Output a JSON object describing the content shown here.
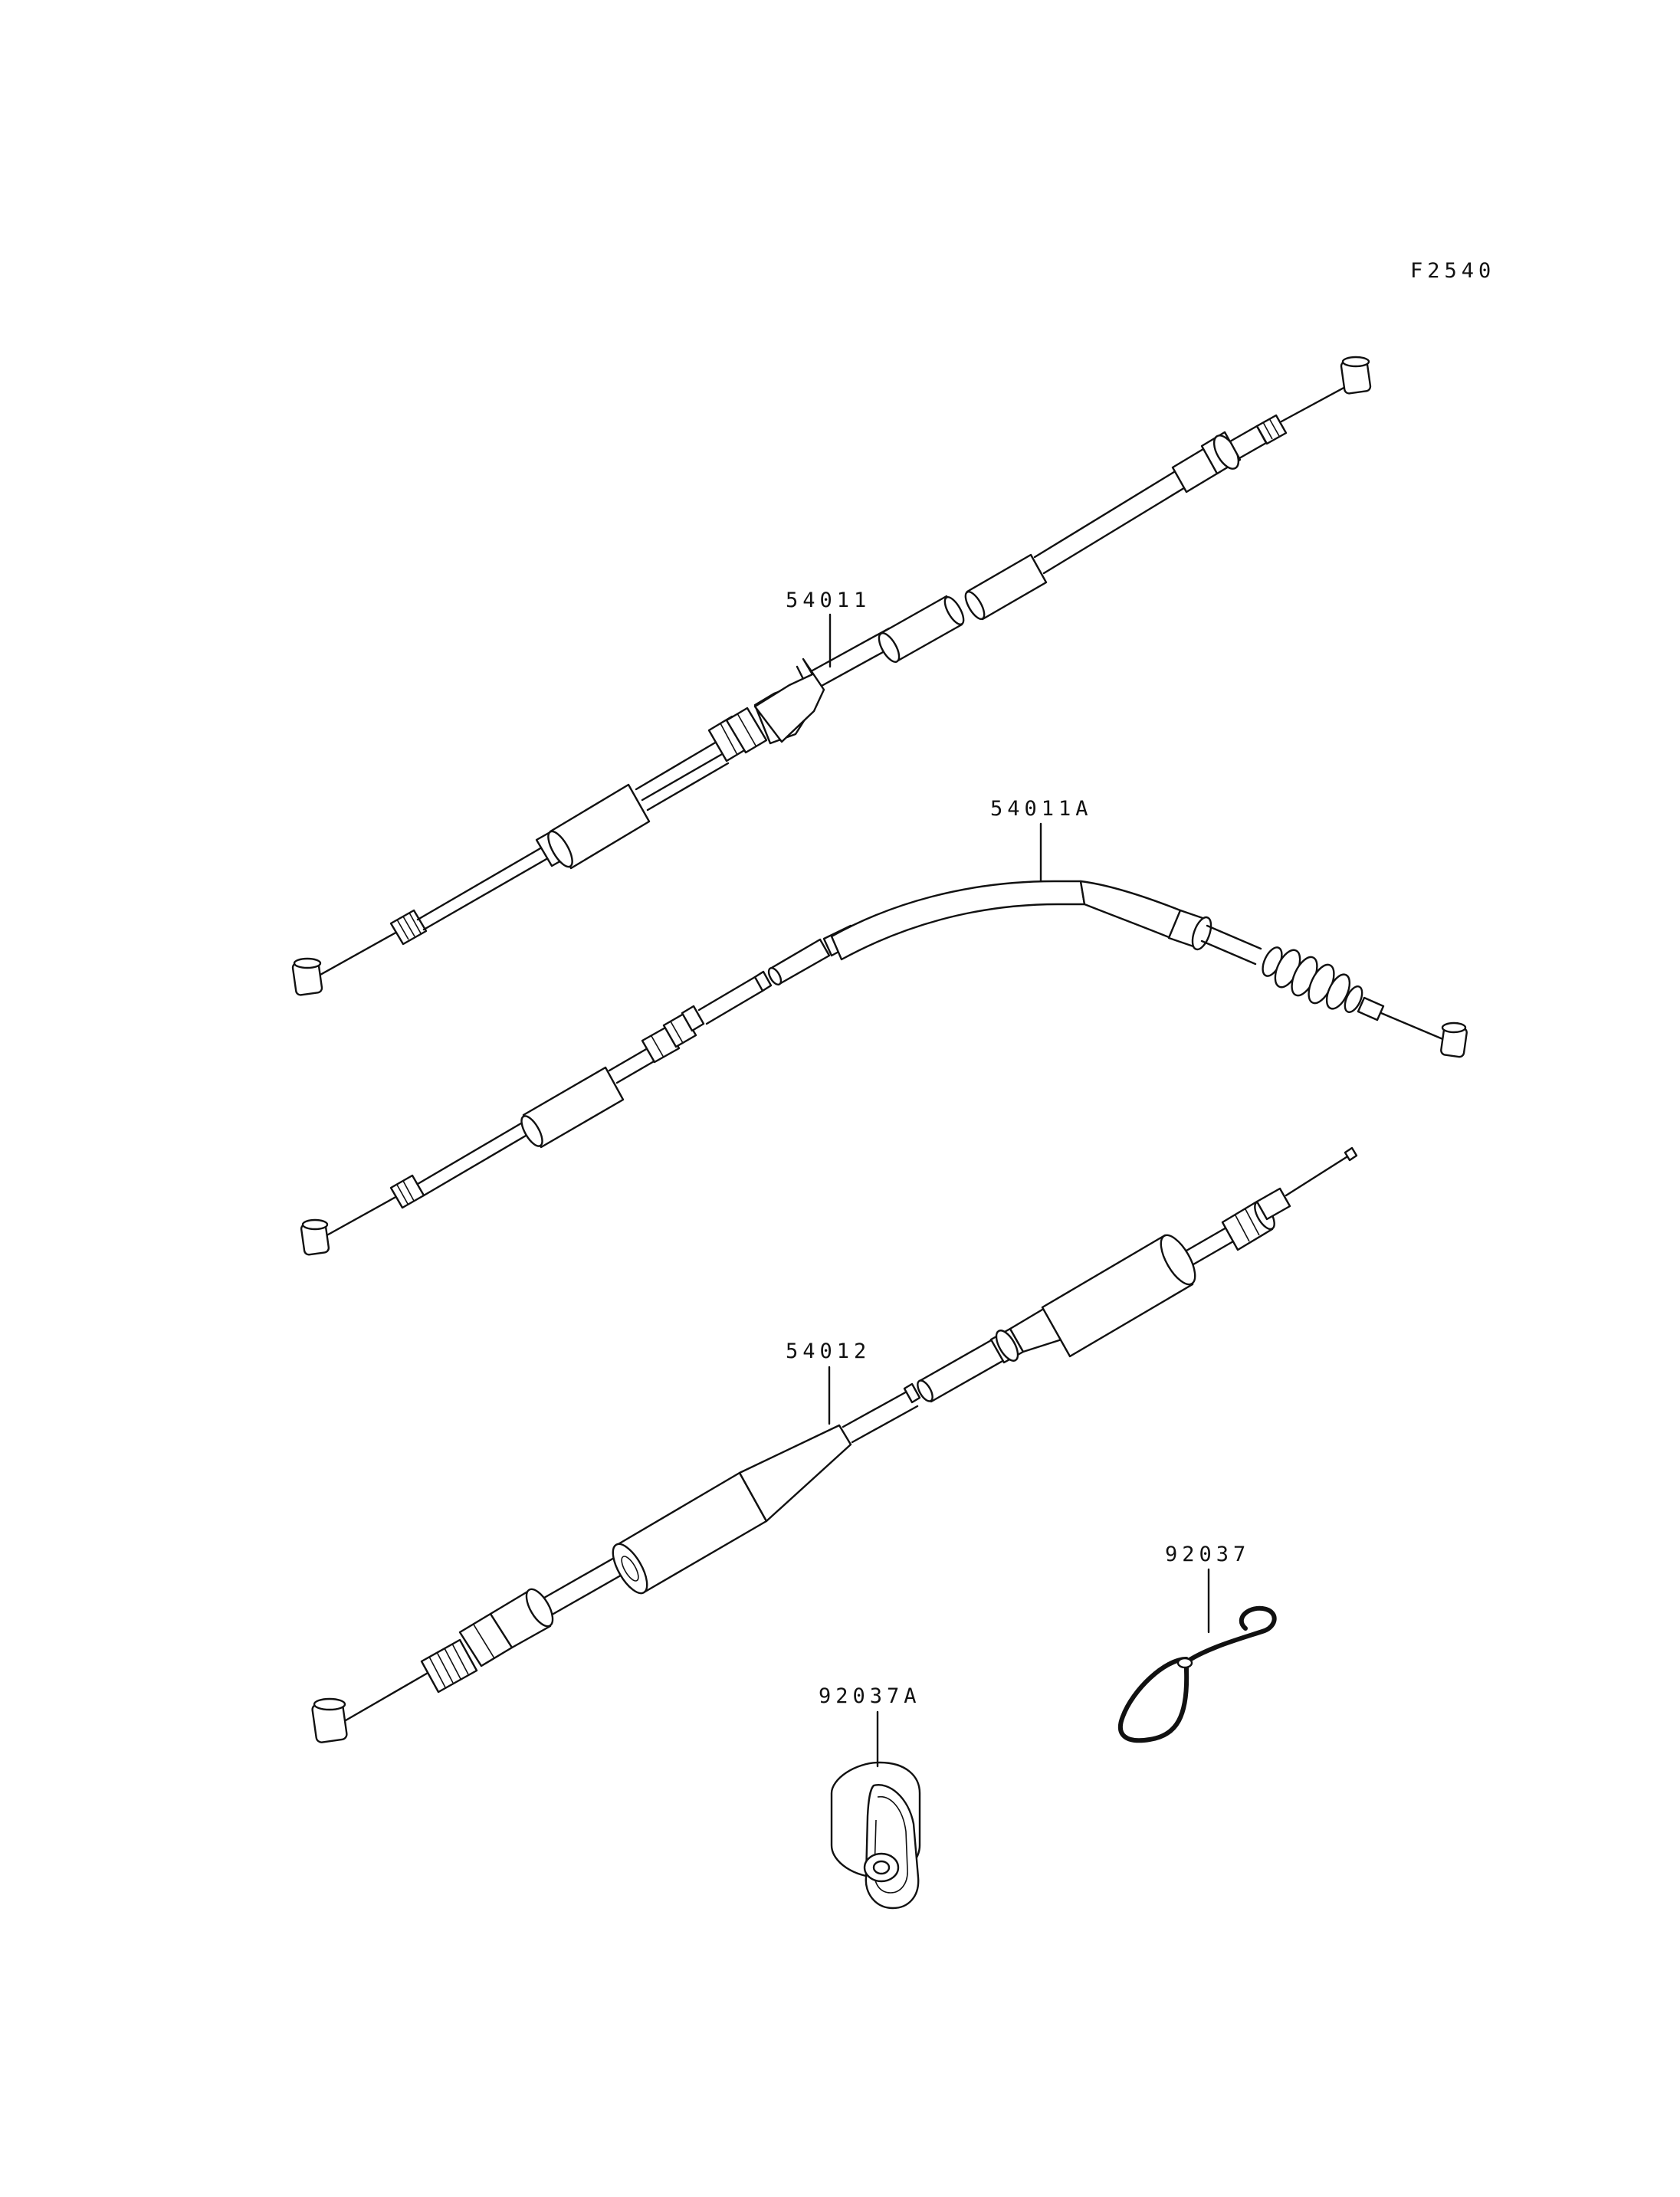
{
  "drawing_code": "F2540",
  "parts": [
    {
      "number": "54011"
    },
    {
      "number": "54011A"
    },
    {
      "number": "54012"
    },
    {
      "number": "92037"
    },
    {
      "number": "92037A"
    }
  ]
}
